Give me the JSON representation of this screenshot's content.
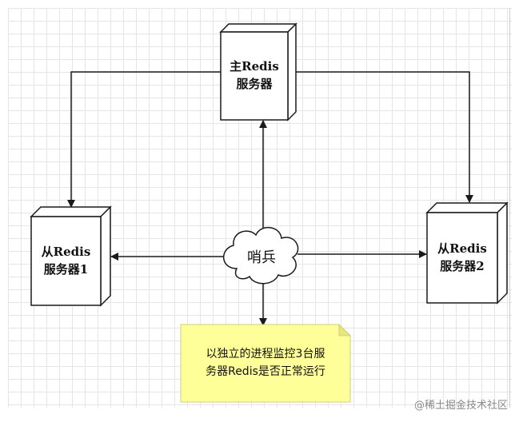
{
  "nodes": {
    "master": {
      "line1": "主Redis",
      "line2": "服务器"
    },
    "slave1": {
      "line1": "从Redis",
      "line2": "服务器1"
    },
    "slave2": {
      "line1": "从Redis",
      "line2": "服务器2"
    },
    "sentinel": {
      "label": "哨兵"
    }
  },
  "note": {
    "line1": "以独立的进程监控3台服",
    "line2": "务器Redis是否正常运行"
  },
  "watermark": "@稀土掘金技术社区",
  "colors": {
    "note_fill": "#ffff99",
    "note_border": "#cfcf80",
    "line": "#1a1a1a",
    "grid": "#e6e6e6"
  }
}
